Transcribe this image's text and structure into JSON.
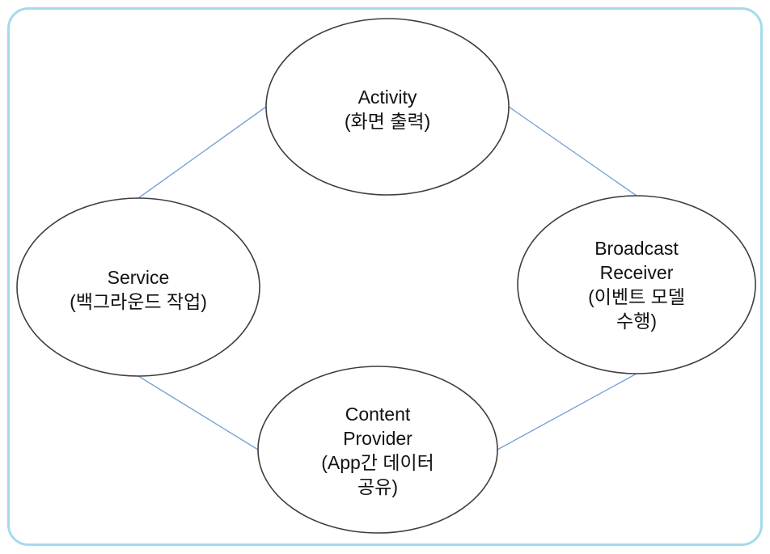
{
  "diagram": {
    "title_implied": "Android application components",
    "frame_color": "#a6d9ec",
    "shape_outline_color": "#3d3d3d",
    "connector_color": "#7aa3d8",
    "text_color": "#111111",
    "nodes": [
      {
        "id": "activity",
        "label": "Activity (화면 출력)",
        "lines": [
          "Activity",
          "(화면 출력)"
        ]
      },
      {
        "id": "service",
        "label": "Service (백그라운드 작업)",
        "lines": [
          "Service",
          "(백그라운드 작업)"
        ]
      },
      {
        "id": "broadcast-receiver",
        "label": "Broadcast Receiver (이벤트 모델 수행)",
        "lines": [
          "Broadcast",
          "Receiver",
          "(이벤트 모델",
          "수행)"
        ]
      },
      {
        "id": "content-provider",
        "label": "Content Provider (App간 데이터 공유)",
        "lines": [
          "Content",
          "Provider",
          "(App간 데이터",
          "공유)"
        ]
      }
    ],
    "connections": [
      {
        "from": "service",
        "to": "activity"
      },
      {
        "from": "activity",
        "to": "broadcast-receiver"
      },
      {
        "from": "broadcast-receiver",
        "to": "content-provider"
      },
      {
        "from": "content-provider",
        "to": "service"
      }
    ]
  }
}
